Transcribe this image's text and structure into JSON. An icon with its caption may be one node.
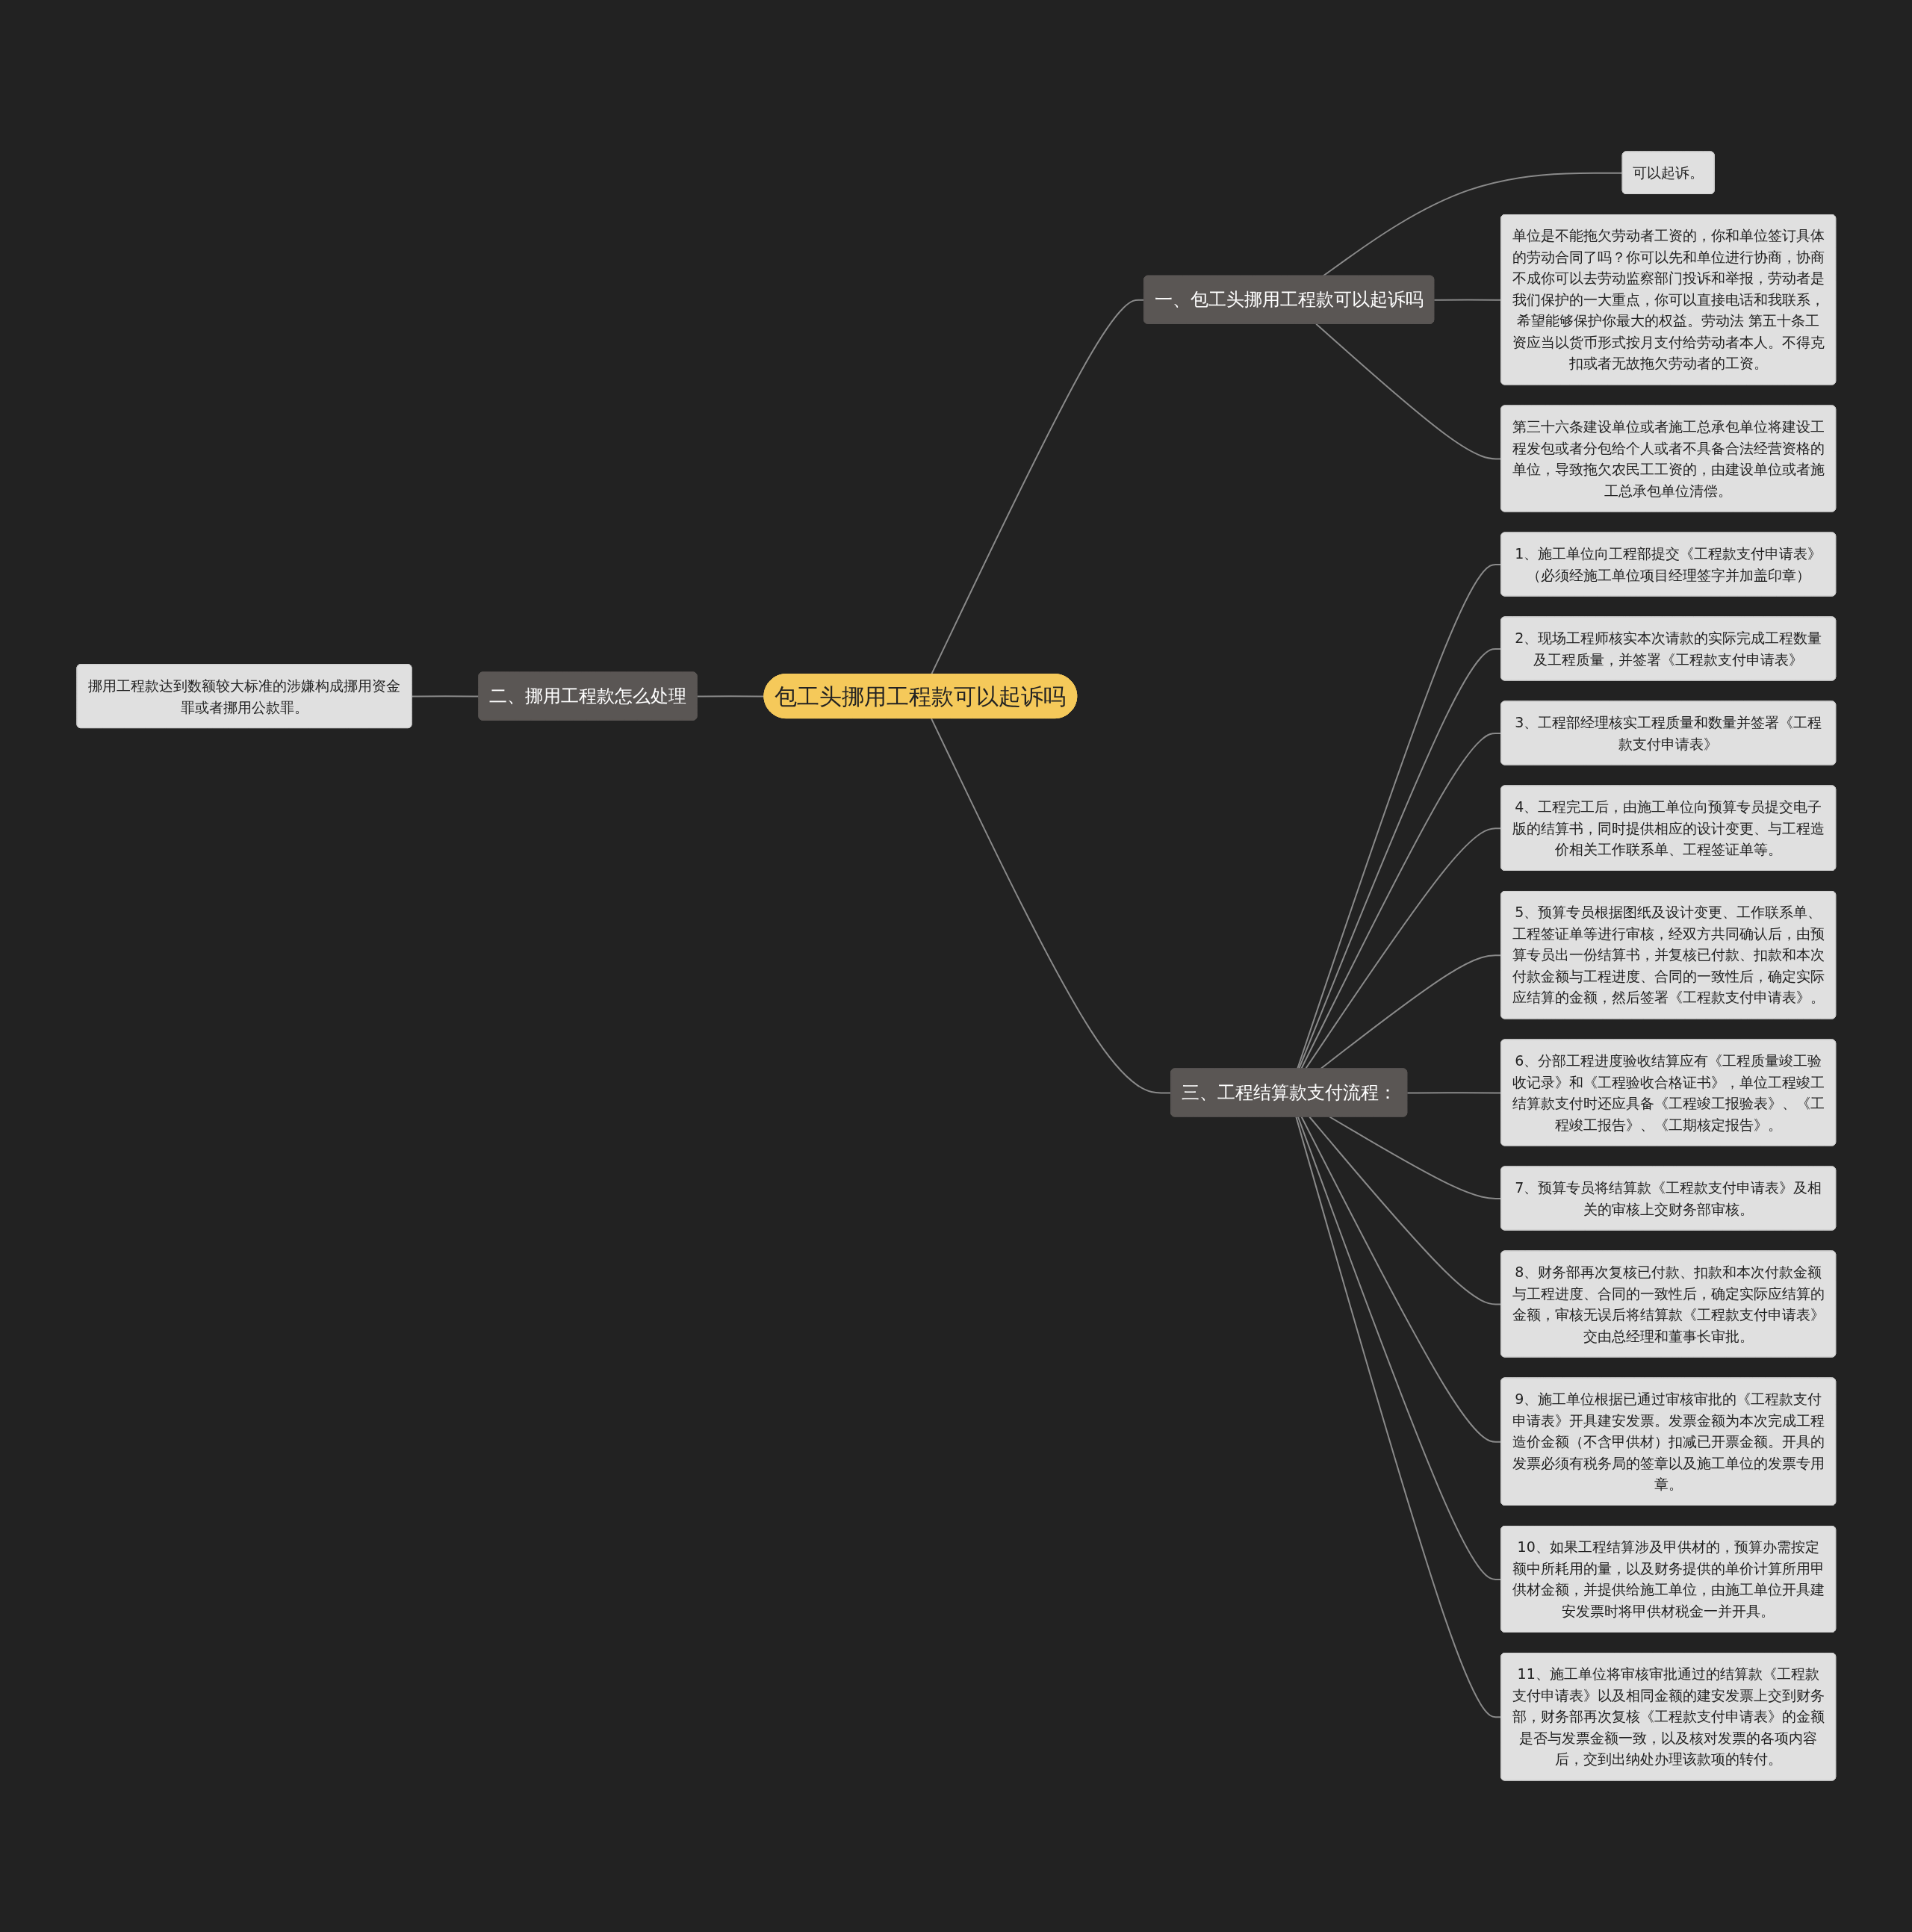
{
  "diagram": {
    "nodes": [
      {
        "text": [
          "包工头挪用工程款可以起诉吗"
        ]
      },
      {
        "text": [
          "一、包工头挪用工程款可以起诉吗"
        ]
      },
      {
        "text": [
          "可以起诉。"
        ]
      },
      {
        "text": [
          "单位是不能拖欠劳动者工资的，你和单位签订具体的劳动合同了吗？你可以先和单位进行协商，协商不成你可以去劳动监察部门投诉和举报，劳动者是我们保护的一大重点，你可以直接电话和我联系，希望能够保护你最大的权益。劳动法 第五十条工资应当以货币形式按月支付给劳动者本人。不得克扣或者无故拖欠劳动者的工资。"
        ]
      },
      {
        "text": [
          "第三十六条建设单位或者施工总承包单位将建设工程发包或者分包给个人或者不具备合法经营资格的单位，导致拖欠农民工工资的，由建设单位或者施工总承包单位清偿。"
        ]
      },
      {
        "text": [
          "二、挪用工程款怎么处理"
        ]
      },
      {
        "text": [
          "挪用工程款达到数额较大标准的涉嫌构成挪用资金罪或者挪用公款罪。"
        ]
      },
      {
        "text": [
          "三、工程结算款支付流程："
        ]
      },
      {
        "text": [
          "1、施工单位向工程部提交《工程款支付申请表》（必须经施工单位项目经理签字并加盖印章）"
        ]
      },
      {
        "text": [
          "2、现场工程师核实本次请款的实际完成工程数量及工程质量，并签署《工程款支付申请表》"
        ]
      },
      {
        "text": [
          "3、工程部经理核实工程质量和数量并签署《工程款支付申请表》"
        ]
      },
      {
        "text": [
          "4、工程完工后，由施工单位向预算专员提交电子版的结算书，同时提供相应的设计变更、与工程造价相关工作联系单、工程签证单等。"
        ]
      },
      {
        "text": [
          "5、预算专员根据图纸及设计变更、工作联系单、工程签证单等进行审核，经双方共同确认后，由预算专员出一份结算书，并复核已付款、扣款和本次付款金额与工程进度、合同的一致性后，确定实际应结算的金额，然后签署《工程款支付申请表》。"
        ]
      },
      {
        "text": [
          "6、分部工程进度验收结算应有《工程质量竣工验收记录》和《工程验收合格证书》，单位工程竣工结算款支付时还应具备《工程竣工报验表》、《工程竣工报告》、《工期核定报告》。"
        ]
      },
      {
        "text": [
          "7、预算专员将结算款《工程款支付申请表》及相关的审核上交财务部审核。"
        ]
      },
      {
        "text": [
          "8、财务部再次复核已付款、扣款和本次付款金额与工程进度、合同的一致性后，确定实际应结算的金额，审核无误后将结算款《工程款支付申请表》交由总经理和董事长审批。"
        ]
      },
      {
        "text": [
          "9、施工单位根据已通过审核审批的《工程款支付申请表》开具建安发票。发票金额为本次完成工程造价金额（不含甲供材）扣减已开票金额。开具的发票必须有税务局的签章以及施工单位的发票专用章。"
        ]
      },
      {
        "text": [
          "10、如果工程结算涉及甲供材的，预算办需按定额中所耗用的量，以及财务提供的单价计算所用甲供材金额，并提供给施工单位，由施工单位开具建安发票时将甲供材税金一并开具。"
        ]
      },
      {
        "text": [
          "11、施工单位将审核审批通过的结算款《工程款支付申请表》以及相同金额的建安发票上交到财务部，财务部再次复核《工程款支付申请表》的金额是否与发票金额一致，以及核对发票的各项内容后，交到出纳处办理该款项的转付。"
        ]
      }
    ],
    "edges": [
      {
        "from": 0,
        "to": 1,
        "arrow": "none"
      },
      {
        "from": 1,
        "to": 2,
        "arrow": "none"
      },
      {
        "from": 1,
        "to": 3,
        "arrow": "none"
      },
      {
        "from": 1,
        "to": 4,
        "arrow": "none"
      },
      {
        "from": 0,
        "to": 5,
        "arrow": "none"
      },
      {
        "from": 5,
        "to": 6,
        "arrow": "none"
      },
      {
        "from": 0,
        "to": 7,
        "arrow": "none"
      },
      {
        "from": 7,
        "to": 8,
        "arrow": "none"
      },
      {
        "from": 7,
        "to": 9,
        "arrow": "none"
      },
      {
        "from": 7,
        "to": 10,
        "arrow": "none"
      },
      {
        "from": 7,
        "to": 11,
        "arrow": "none"
      },
      {
        "from": 7,
        "to": 12,
        "arrow": "none"
      },
      {
        "from": 7,
        "to": 13,
        "arrow": "none"
      },
      {
        "from": 7,
        "to": 14,
        "arrow": "none"
      },
      {
        "from": 7,
        "to": 15,
        "arrow": "none"
      },
      {
        "from": 7,
        "to": 16,
        "arrow": "none"
      },
      {
        "from": 7,
        "to": 17,
        "arrow": "none"
      },
      {
        "from": 7,
        "to": 18,
        "arrow": "none"
      }
    ]
  }
}
